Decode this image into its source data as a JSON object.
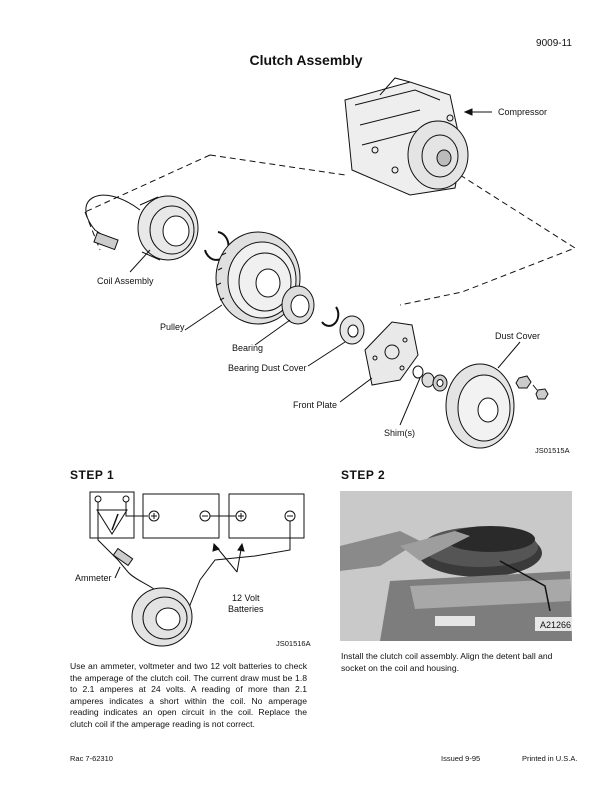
{
  "header": {
    "page_number": "9009-11",
    "title": "Clutch Assembly"
  },
  "diagram": {
    "labels": {
      "compressor": "Compressor",
      "coil_assembly": "Coil Assembly",
      "pulley": "Pulley",
      "bearing": "Bearing",
      "bearing_dust_cover": "Bearing Dust Cover",
      "front_plate": "Front Plate",
      "shims": "Shim(s)",
      "dust_cover": "Dust Cover"
    },
    "code": "JS01515A"
  },
  "step1": {
    "title": "STEP 1",
    "ammeter_label": "Ammeter",
    "batteries_label": "12 Volt\nBatteries",
    "code": "JS01516A",
    "text": "Use an ammeter, voltmeter and two 12 volt batteries to check the amperage of the clutch coil. The current draw must be 1.8 to 2.1 amperes at 24 volts. A reading of more than 2.1 amperes indicates a short within the coil. No amperage reading indicates an open circuit in the coil. Replace the clutch coil if the amperage reading is not correct."
  },
  "step2": {
    "title": "STEP 2",
    "photo_code": "A21266",
    "text": "Install the clutch coil assembly. Align the detent ball and socket on the coil and housing."
  },
  "footer": {
    "left": "Rac 7-62310",
    "issued": "Issued 9-95",
    "printed": "Printed in U.S.A."
  }
}
